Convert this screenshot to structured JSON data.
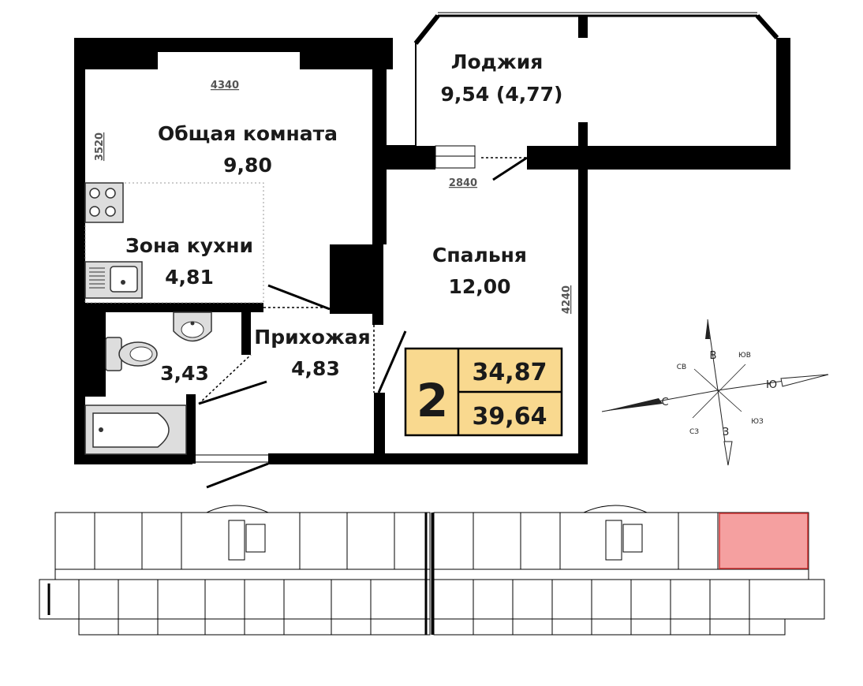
{
  "rooms": {
    "loggia": {
      "name": "Лоджия",
      "area": "9,54 (4,77)"
    },
    "living": {
      "name": "Общая комната",
      "area": "9,80"
    },
    "kitchen": {
      "name": "Зона кухни",
      "area": "4,81"
    },
    "bedroom": {
      "name": "Спальня",
      "area": "12,00"
    },
    "hallway": {
      "name": "Прихожая",
      "area": "4,83"
    },
    "bathroom": {
      "area": "3,43"
    }
  },
  "dimensions": {
    "d1": "4340",
    "d2": "3520",
    "d3": "2840",
    "d4": "4240"
  },
  "summary": {
    "rooms_count": "2",
    "living_area": "34,87",
    "total_area": "39,64",
    "badge_color": "#f9d98f"
  },
  "compass": {
    "n": "С",
    "s": "Ю",
    "e": "В",
    "w": "З",
    "ne": "СВ",
    "se": "ЮВ",
    "nw": "СЗ",
    "sw": "ЮЗ"
  },
  "colors": {
    "wall": "#000000",
    "highlight": "#f5a0a0"
  }
}
